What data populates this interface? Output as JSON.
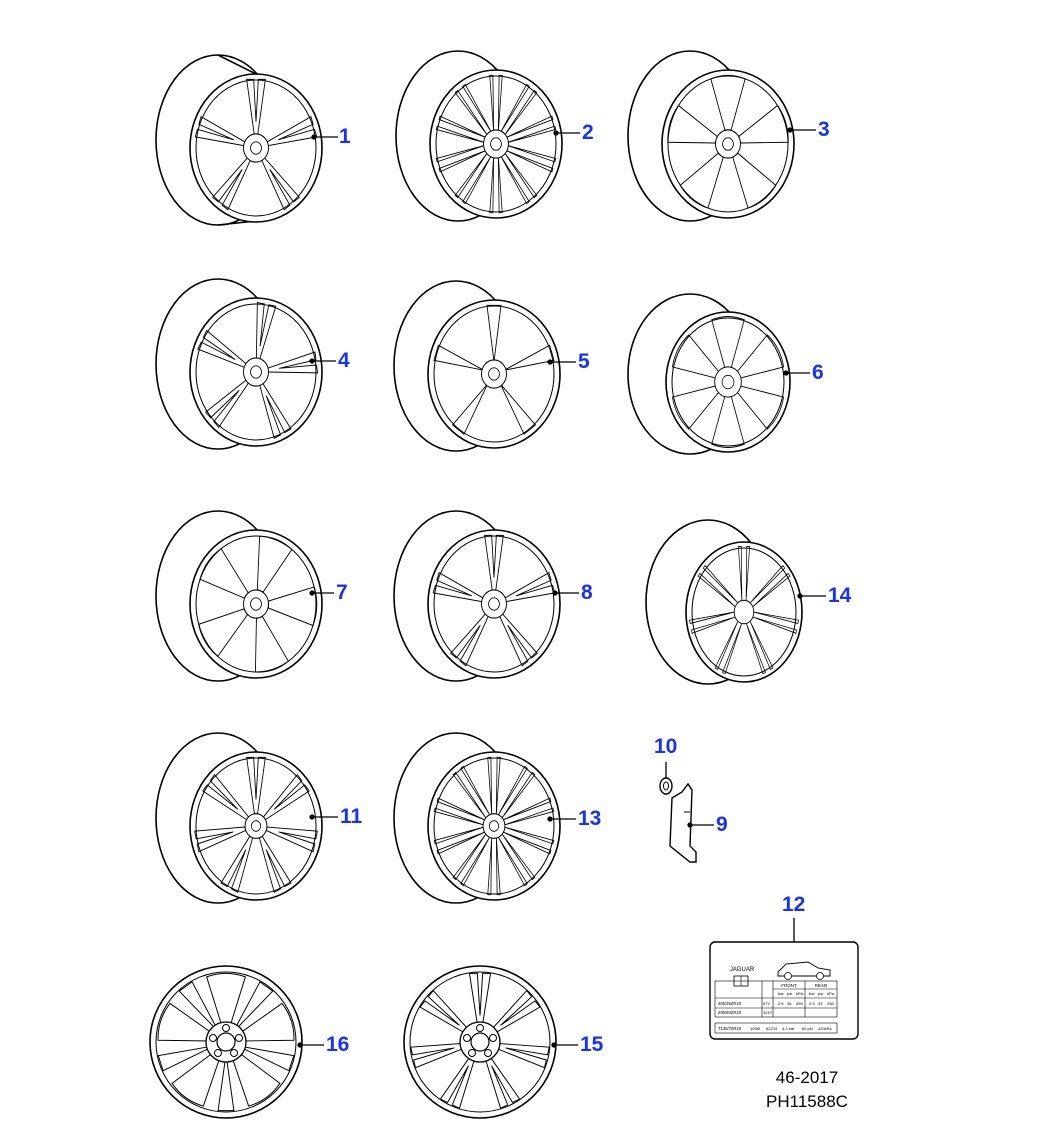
{
  "callouts": [
    {
      "id": "1",
      "label": "1"
    },
    {
      "id": "2",
      "label": "2"
    },
    {
      "id": "3",
      "label": "3"
    },
    {
      "id": "4",
      "label": "4"
    },
    {
      "id": "5",
      "label": "5"
    },
    {
      "id": "6",
      "label": "6"
    },
    {
      "id": "7",
      "label": "7"
    },
    {
      "id": "8",
      "label": "8"
    },
    {
      "id": "14",
      "label": "14"
    },
    {
      "id": "11",
      "label": "11"
    },
    {
      "id": "13",
      "label": "13"
    },
    {
      "id": "10",
      "label": "10"
    },
    {
      "id": "9",
      "label": "9"
    },
    {
      "id": "12",
      "label": "12"
    },
    {
      "id": "16",
      "label": "16"
    },
    {
      "id": "15",
      "label": "15"
    }
  ],
  "tyre_label": {
    "brand": "JAGUAR",
    "front_header": "FRONT",
    "rear_header": "REAR",
    "units": [
      "bar",
      "psi",
      "kPa"
    ],
    "row1": [
      "265/35ZR20",
      "97Y",
      "2.5",
      "36",
      "250",
      "2.3",
      "33",
      "230"
    ],
    "row2": [
      "295/30ZR20",
      "101Y",
      "",
      "",
      "",
      "",
      "",
      ""
    ],
    "spare": [
      "T135/70R19",
      "105M",
      "62Z19",
      "4.2 bar",
      "60 psi",
      "420kPa"
    ]
  },
  "footer": {
    "code": "46-2017",
    "ref": "PH11588C"
  },
  "colors": {
    "callout": "#1630ff",
    "line": "#000000"
  }
}
